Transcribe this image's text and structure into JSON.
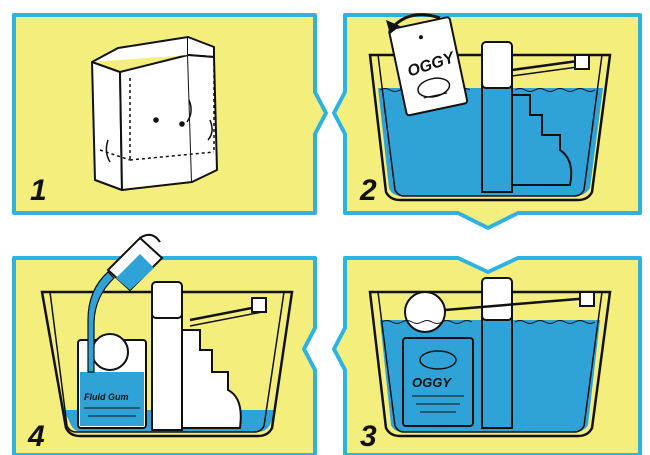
{
  "colors": {
    "panel_fill": "#f4ee7c",
    "panel_border": "#2cb3e3",
    "water": "#2fa3d8",
    "ink": "#111111",
    "paper": "#ffffff"
  },
  "steps": [
    {
      "number": "1",
      "illustration": "folded-bag"
    },
    {
      "number": "2",
      "illustration": "tank-dropping-packet"
    },
    {
      "number": "3",
      "illustration": "tank-packet-submerged"
    },
    {
      "number": "4",
      "illustration": "tank-pouring-water"
    }
  ],
  "packet": {
    "logo_text": "OGGY",
    "print_line_1": "Fluid Gum"
  }
}
